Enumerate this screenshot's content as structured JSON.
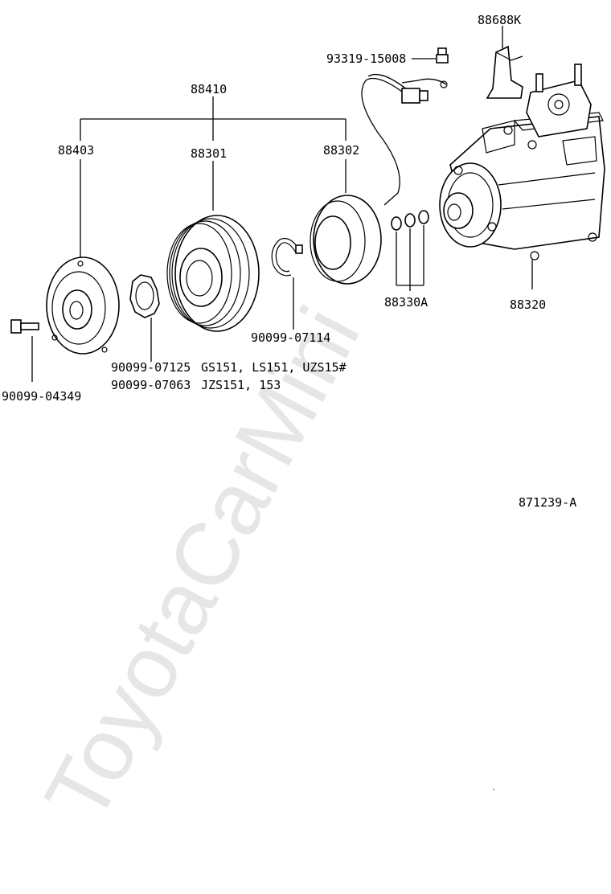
{
  "watermark": "ToyotaCarMini",
  "diagram_code": "871239-A",
  "parts": {
    "bracket": "88688K",
    "screw": "93319-15008",
    "clutch_assy": "88410",
    "pressure_plate": "88403",
    "pulley": "88301",
    "stator": "88302",
    "shims": "88330A",
    "compressor": "88320",
    "bolt": "90099-04349",
    "snap_ring": "90099-07114",
    "spacer_a": "90099-07125",
    "spacer_b": "90099-07063"
  },
  "applicability": {
    "spacer_a_models": "GS151, LS151, UZS15#",
    "spacer_b_models": "JZS151, 153"
  }
}
